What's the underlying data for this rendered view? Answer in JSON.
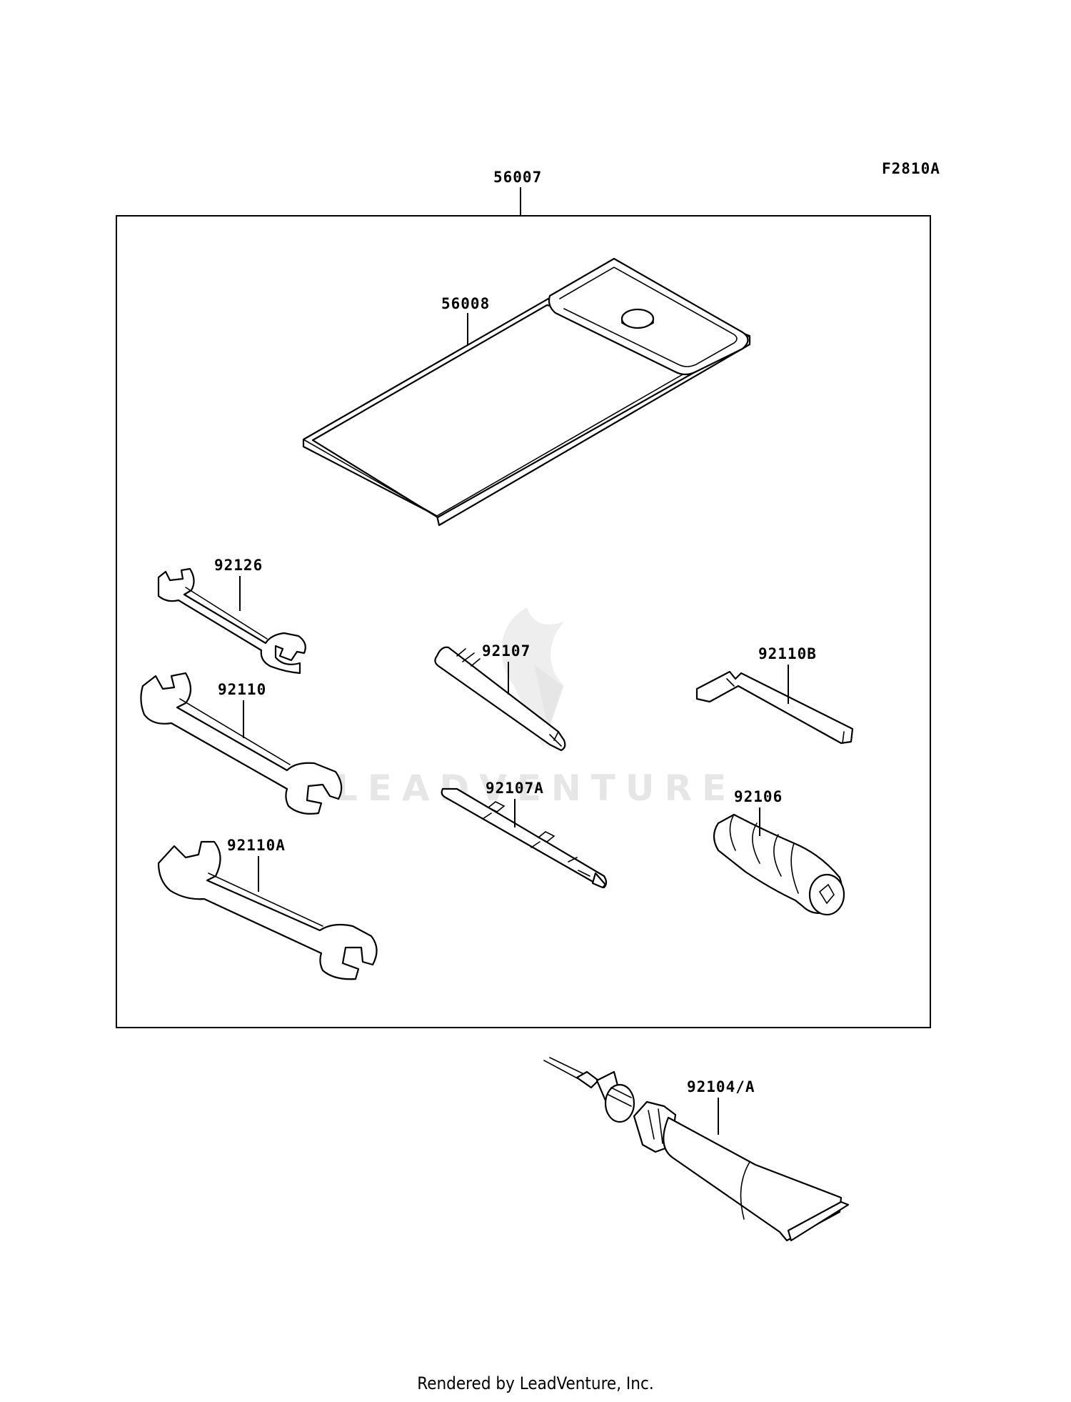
{
  "diagram_code": "F2810A",
  "kit_label": "56007",
  "watermark_text": "LEADVENTURE",
  "parts": {
    "case": "56008",
    "wrench_small": "92126",
    "wrench_medium": "92110",
    "wrench_large": "92110A",
    "screwdriver": "92107",
    "screwdriver_bit": "92107A",
    "hex_wrench": "92110B",
    "handle": "92106",
    "grease_tube": "92104/A"
  },
  "footer": "Rendered by LeadVenture, Inc."
}
